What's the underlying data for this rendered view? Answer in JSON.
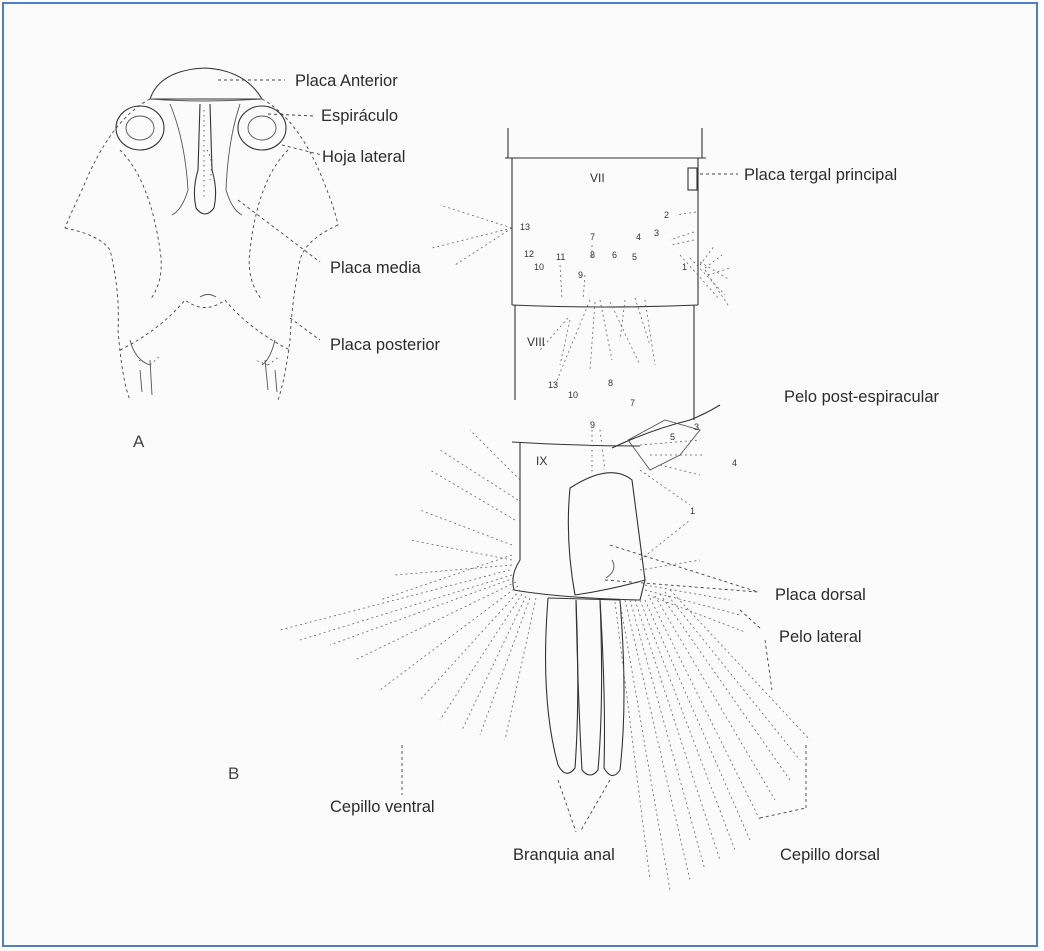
{
  "figure": {
    "border_color": "#4f7fc4",
    "panel_a_letter": "A",
    "panel_b_letter": "B",
    "segments": {
      "vii": "VII",
      "viii": "VIII",
      "ix": "IX"
    },
    "labels": {
      "placa_anterior": "Placa Anterior",
      "espiraculo": "Espiráculo",
      "hoja_lateral": "Hoja lateral",
      "placa_media": "Placa media",
      "placa_posterior": "Placa posterior",
      "placa_tergal": "Placa tergal principal",
      "pelo_post": "Pelo post-espiracular",
      "placa_dorsal": "Placa dorsal",
      "pelo_lateral": "Pelo lateral",
      "cepillo_ventral": "Cepillo ventral",
      "branquia_anal": "Branquia anal",
      "cepillo_dorsal": "Cepillo dorsal"
    },
    "seta_numbers": {
      "vii": [
        "13",
        "2",
        "3",
        "7",
        "4",
        "12",
        "11",
        "8",
        "6",
        "5",
        "10",
        "9",
        "1"
      ],
      "viii": [
        "13",
        "10",
        "8",
        "7"
      ],
      "ix": [
        "9",
        "3",
        "5",
        "4",
        "1"
      ]
    }
  }
}
